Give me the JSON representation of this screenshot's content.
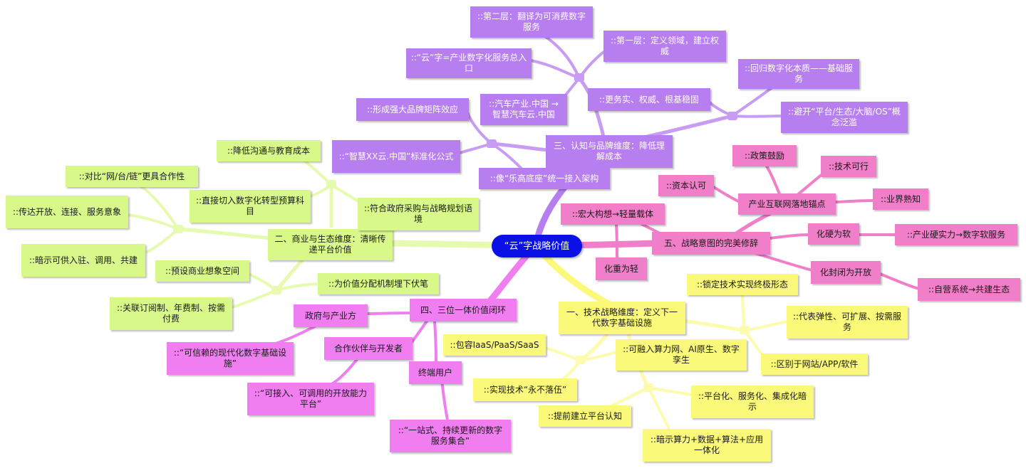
{
  "center": "“云”字战略价值",
  "branches": {
    "cognition": {
      "title": "三、认知与品牌维度：降低理解成本",
      "group_a": {
        "layer2": "::第二层：翻译为可消费数字服务",
        "layer1": "::第一层：定义领域，建立权威",
        "entry": "::“云”字=产业数字化服务总入口",
        "example": "::汽车产业.中国 → 智慧汽车云.中国"
      },
      "group_b": {
        "return": "::回归数字化本质——基础服务",
        "solid": "::更务实、权威、根基稳固",
        "avoid": "::避开“平台/生态/大脑/OS”概念泛滥"
      },
      "group_c": {
        "matrix": "::形成强大品牌矩阵效应",
        "formula": "::“智慧XX云.中国”标准化公式",
        "lego": "::像“乐高底座”统一接入架构"
      }
    },
    "commerce": {
      "title": "二、商业与生态维度：清晰传递平台价值",
      "group_a": {
        "reduce": "::降低沟通与教育成本",
        "budget": "::直接切入数字化转型预算科目",
        "procurement": "::符合政府采购与战略规划语境"
      },
      "group_b": {
        "compare": "::对比“网/台/链”更具合作性",
        "open": "::传达开放、连接、服务意象",
        "hint": "::暗示可供入驻、调用、共建"
      },
      "group_c": {
        "imagination": "::预设商业想象空间",
        "distribution": "::为价值分配机制埋下伏笔",
        "subscription": "::关联订阅制、年费制、按需付费"
      }
    },
    "intent": {
      "title": "五、战略意图的完美修辞",
      "anchor": "产业互联网落地锚点",
      "policy": "::政策鼓励",
      "tech": "::技术可行",
      "capital": "::资本认可",
      "industry": "::业界熟知",
      "macro": "::宏大构想→轻量载体",
      "heavy_to_light": "化重为轻",
      "hard_to_soft": "化硬为软",
      "hard_detail": "::产业硬实力→数字软服务",
      "closed_to_open": "化封闭为开放",
      "open_detail": "::自营系统→共建生态"
    },
    "tech": {
      "title": "一、技术战略维度：定义下一代数字基础设施",
      "group_a": {
        "ultimate": "::锁定技术实现终极形态",
        "elastic": "::代表弹性、可扩展、按需服务",
        "differ": "::区别于网站/APP/软件"
      },
      "group_b": {
        "include": "::包容IaaS/PaaS/SaaS",
        "integrate": "::可融入算力网、AI原生、数字孪生",
        "never": "::实现技术“永不落伍”"
      },
      "group_c": {
        "platform": "::平台化、服务化、集成化暗示",
        "early": "::提前建立平台认知",
        "compute": "::暗示算力+数据+算法+应用一体化"
      }
    },
    "loop": {
      "title": "四、三位一体价值闭环",
      "gov": "政府与产业方",
      "gov_detail": "::“可信赖的现代化数字基础设施”",
      "partner": "合作伙伴与开发者",
      "partner_detail": "::“可接入、可调用的开放能力平台”",
      "user": "终端用户",
      "user_detail": "::“一站式、持续更新的数字服务集合”"
    }
  },
  "colors": {
    "purple": "#b77ef0",
    "pink": "#f07ec8",
    "green": "#d8f98a",
    "yellow": "#fbf97a",
    "magenta": "#f07ef0",
    "center": "#0a10e6"
  }
}
